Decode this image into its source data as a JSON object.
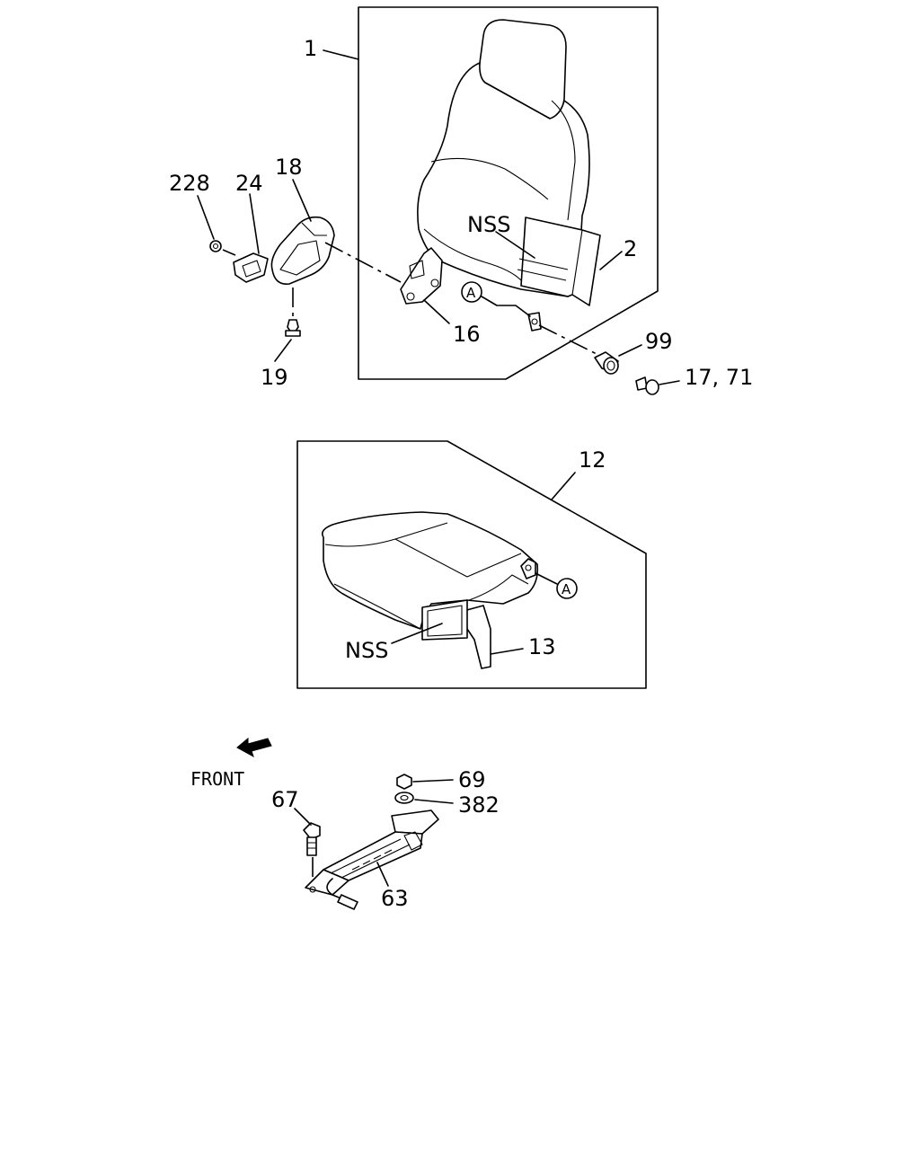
{
  "labels": {
    "p1": "1",
    "p2": "2",
    "p12": "12",
    "p13": "13",
    "p16": "16",
    "p17_71": "17, 71",
    "p18": "18",
    "p19": "19",
    "p24": "24",
    "p63": "63",
    "p67": "67",
    "p69": "69",
    "p99": "99",
    "p228": "228",
    "p382": "382",
    "nss_top": "NSS",
    "nss_bottom": "NSS",
    "ref_a_top": "A",
    "ref_a_bottom": "A",
    "front": "FRONT"
  }
}
